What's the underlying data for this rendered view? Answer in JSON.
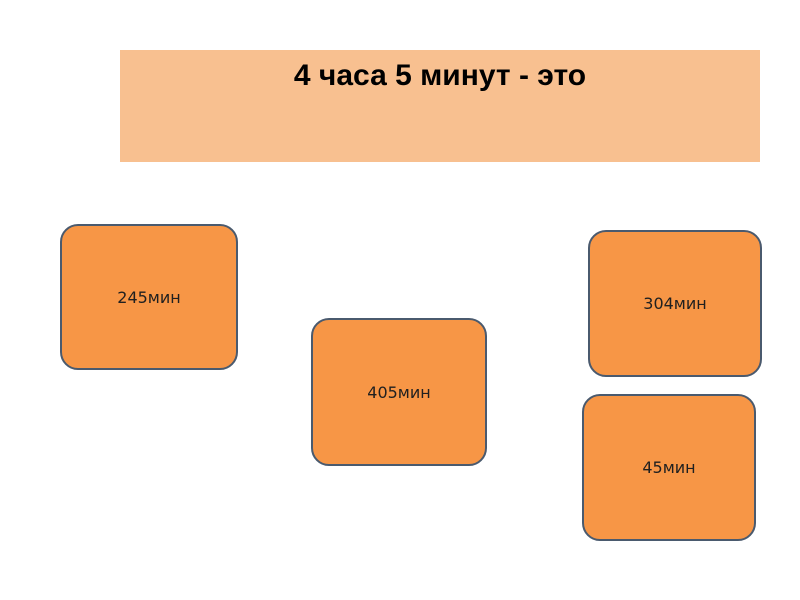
{
  "question": {
    "title": "4 часа 5 минут - это"
  },
  "answers": [
    {
      "label": "245мин"
    },
    {
      "label": "405мин"
    },
    {
      "label": "304мин"
    },
    {
      "label": "45мин"
    }
  ],
  "colors": {
    "banner": "#f8c090",
    "card_fill": "#f79646",
    "card_border": "#4a5a6e"
  }
}
